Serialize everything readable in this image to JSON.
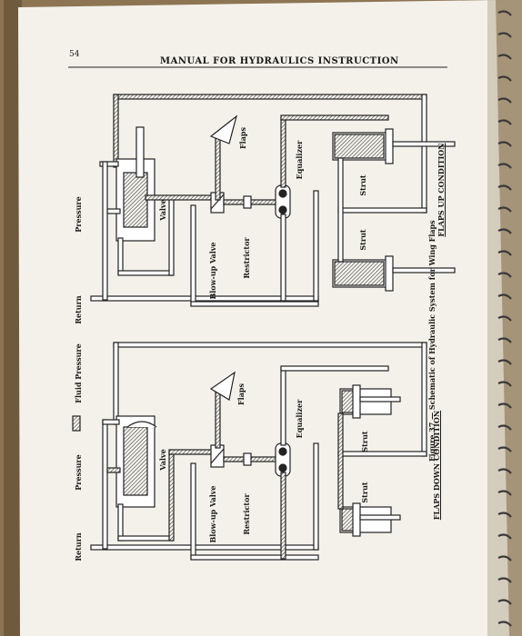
{
  "page": {
    "page_number": "54",
    "running_header": "MANUAL FOR HYDRAULICS INSTRUCTION"
  },
  "figure": {
    "caption": "Figure 37 — Schematic of Hydraulic System for Wing Flaps"
  },
  "top_diagram": {
    "title": "FLAPS UP CONDITION",
    "labels": {
      "pressure": "Pressure",
      "return": "Return",
      "valve": "Valve",
      "blowup_valve": "Blow-up Valve",
      "restrictor": "Restrictor",
      "equalizer": "Equalizer",
      "strut_top": "Strut",
      "strut_bottom": "Strut",
      "flaps": "Flaps"
    }
  },
  "bottom_diagram": {
    "title": "FLAPS DOWN CONDITION",
    "labels": {
      "pressure": "Pressure",
      "return": "Return",
      "valve": "Valve",
      "blowup_valve": "Blow-up Valve",
      "restrictor": "Restrictor",
      "equalizer": "Equalizer",
      "strut_top": "Strut",
      "strut_bottom": "Strut",
      "flaps": "Flaps"
    }
  },
  "legend": {
    "fluid_pressure": "Fluid Pressure"
  }
}
